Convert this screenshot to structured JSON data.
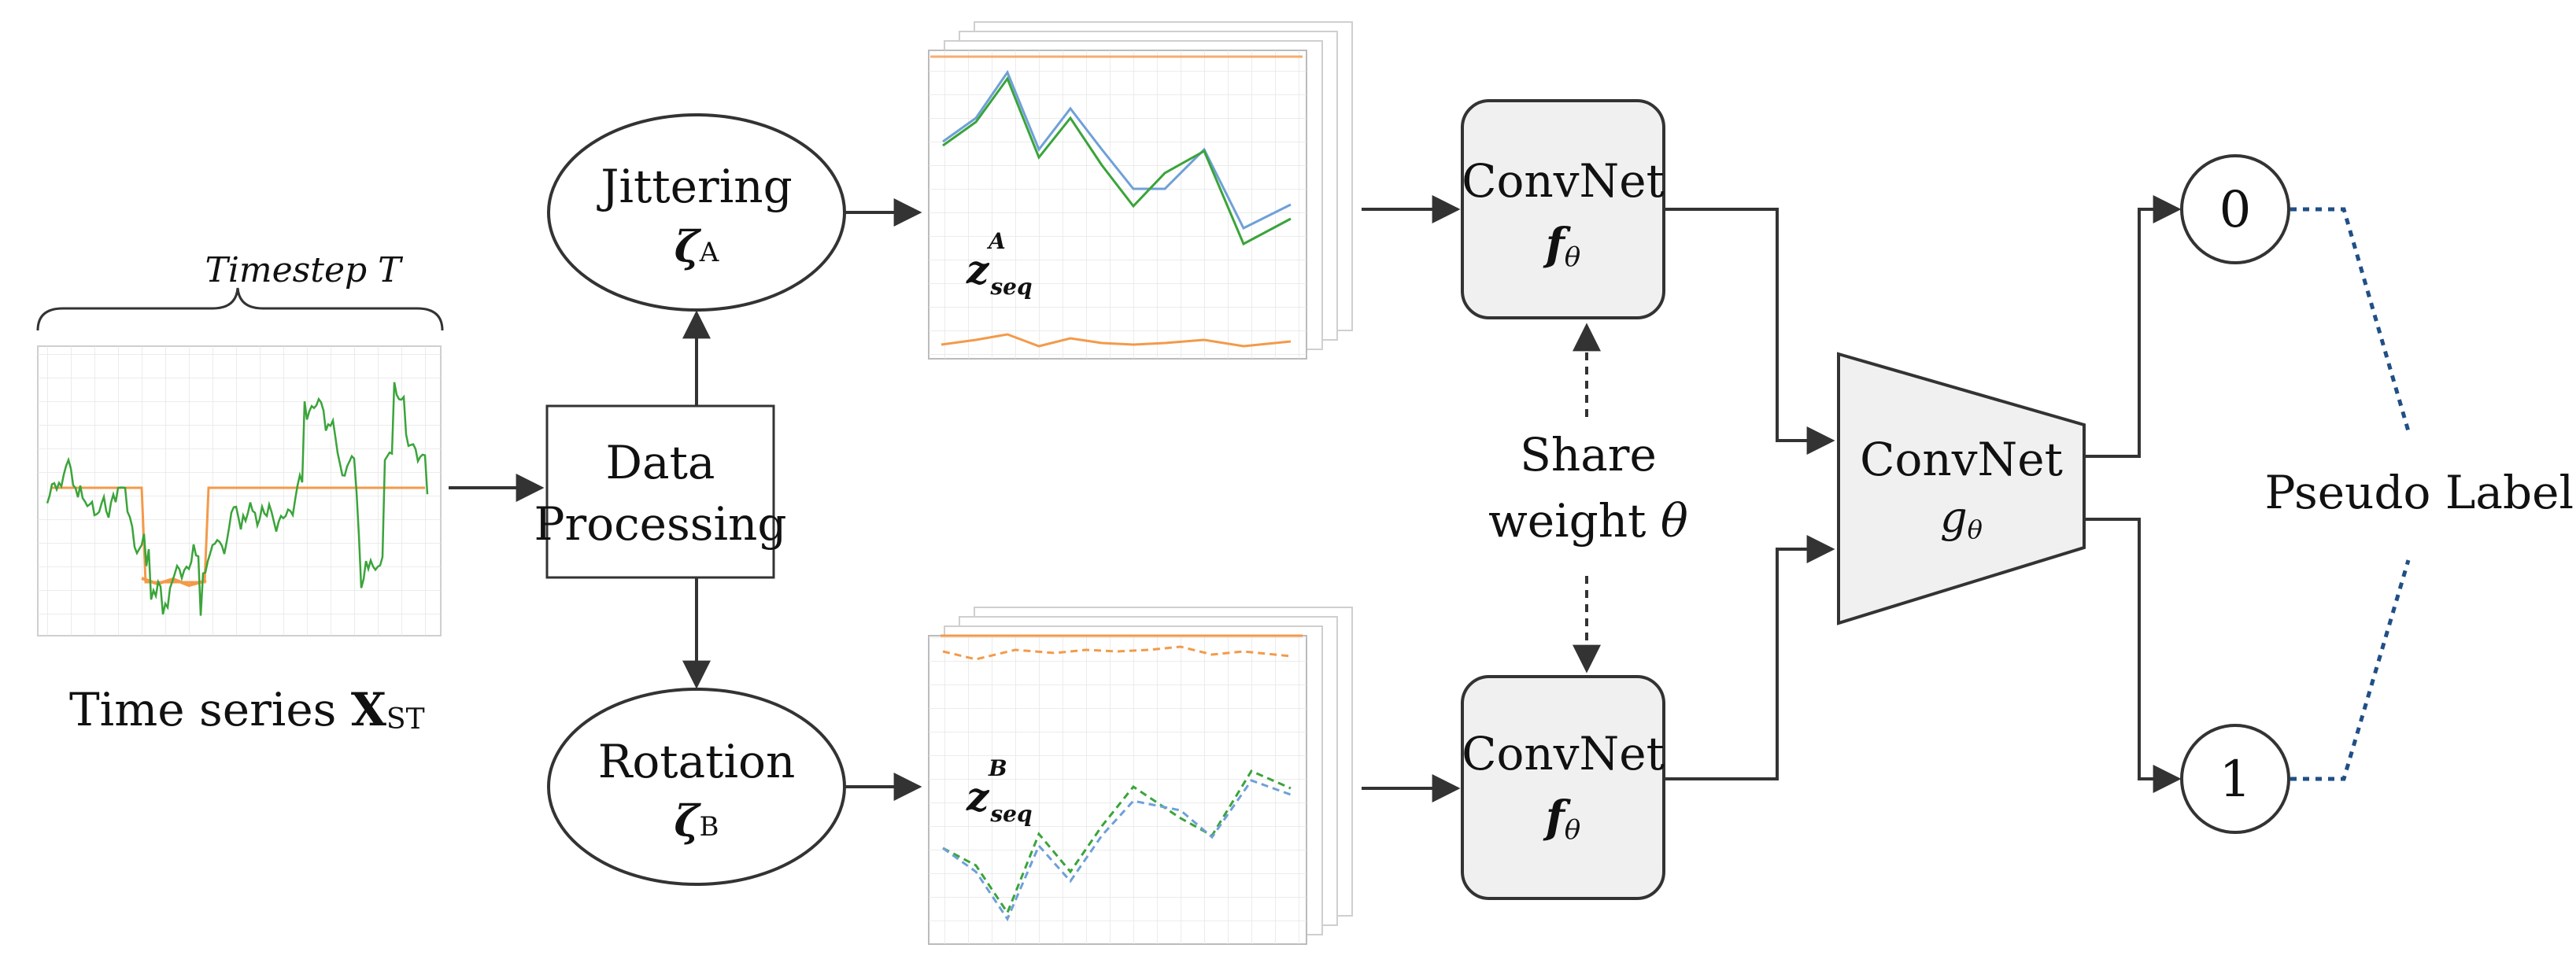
{
  "timestep_label": "Timestep T",
  "timeseries": {
    "caption": "Time series ",
    "symbol": "X",
    "subscript": "ST"
  },
  "data_processing": {
    "line1": "Data",
    "line2": "Processing"
  },
  "jittering": {
    "label": "Jittering",
    "symbol": "ζ",
    "sub": "A"
  },
  "rotation": {
    "label": "Rotation",
    "symbol": "ζ",
    "sub": "B"
  },
  "plot_a": {
    "var": "z",
    "sub": "seq",
    "sup": "A"
  },
  "plot_b": {
    "var": "z",
    "sub": "seq",
    "sup": "B"
  },
  "convnet_top": {
    "label": "ConvNet",
    "sym": "f",
    "sub": "θ"
  },
  "convnet_bottom": {
    "label": "ConvNet",
    "sym": "f",
    "sub": "θ"
  },
  "share_weight": {
    "line1": "Share",
    "line2": "weight ",
    "theta": "θ"
  },
  "convnet_g": {
    "label": "ConvNet",
    "sym": "g",
    "sub": "θ"
  },
  "output_0": "0",
  "output_1": "1",
  "pseudo_label": "Pseudo Label",
  "colors": {
    "green": "#3aa43a",
    "orange": "#f39a4a",
    "blue": "#6fa0d8",
    "box_gray": "#f0f0f0",
    "dotted_blue": "#1f4f86"
  }
}
